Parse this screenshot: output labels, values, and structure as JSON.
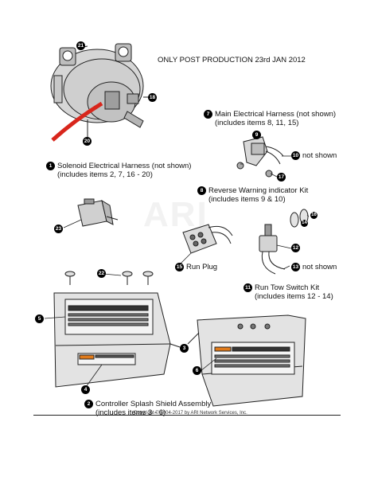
{
  "header": {
    "note": "ONLY POST PRODUCTION 23rd JAN 2012"
  },
  "callouts": [
    {
      "num": "1",
      "title": "Solenoid Electrical Harness (not shown)",
      "sub": "(includes items 2, 7, 16 - 20)"
    },
    {
      "num": "7",
      "title": "Main Electrical Harness (not shown)",
      "sub": "(includes items 8, 11, 15)"
    },
    {
      "num": "8",
      "title": "Reverse Warning indicator Kit",
      "sub": "(includes items 9 & 10)"
    },
    {
      "num": "11",
      "title": "Run Tow Switch Kit",
      "sub": "(includes items 12 - 14)"
    },
    {
      "num": "15",
      "title": "Run Plug",
      "sub": ""
    },
    {
      "num": "2",
      "title": "Controller Splash Shield Assembly",
      "sub": "(includes items 3 - 6)"
    }
  ],
  "part_numbers": {
    "p21": "21",
    "p18": "18",
    "p20": "20",
    "p9": "9",
    "p10": "10",
    "p17": "17",
    "p16": "16",
    "p14": "14",
    "p12": "12",
    "p13": "13",
    "p23": "23",
    "p22": "22",
    "p5": "5",
    "p3": "3",
    "p6": "6",
    "p4": "4"
  },
  "not_shown": {
    "n10": "not shown",
    "n13": "not shown"
  },
  "watermark": "ARI",
  "copyright": "Copyright © 2004-2017 by ARI Network Services, Inc."
}
